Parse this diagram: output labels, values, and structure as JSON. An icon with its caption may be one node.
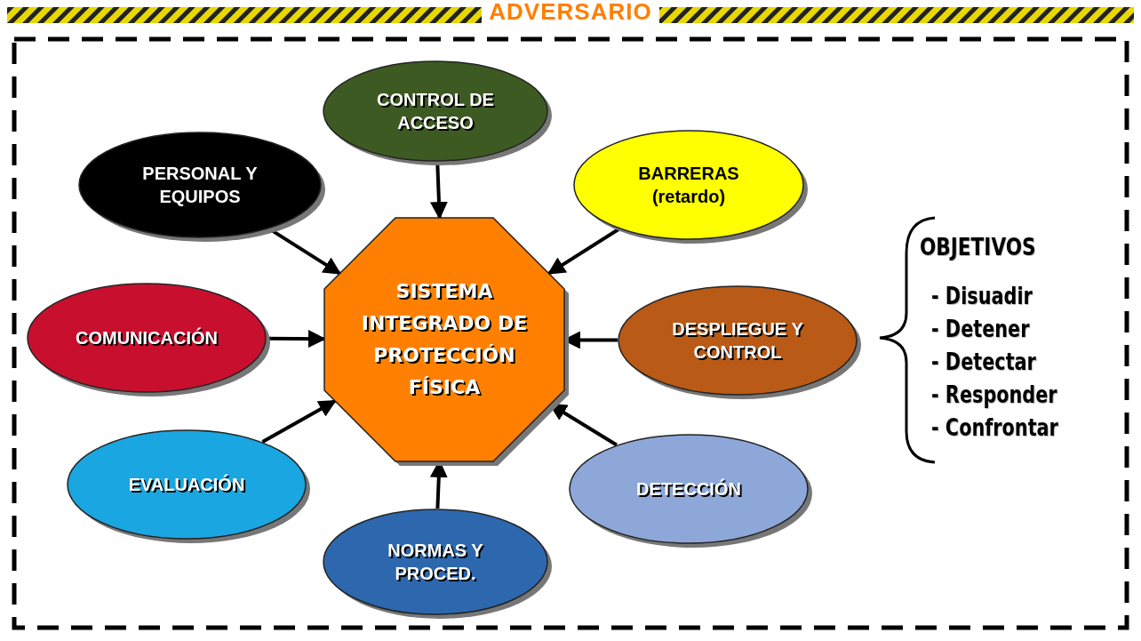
{
  "diagram": {
    "title": "ADVERSARIO",
    "nodes": [
      {
        "text": [
          "SISTEMA INTEGRADO DE PROTECCIÓN FÍSICA"
        ]
      },
      {
        "text": [
          "CONTROL DE ACCESO"
        ]
      },
      {
        "text": [
          "BARRERAS (retardo)"
        ]
      },
      {
        "text": [
          "PERSONAL Y EQUIPOS"
        ]
      },
      {
        "text": [
          "COMUNICACIÓN"
        ]
      },
      {
        "text": [
          "DESPLIEGUE Y CONTROL"
        ]
      },
      {
        "text": [
          "EVALUACIÓN"
        ]
      },
      {
        "text": [
          "DETECCIÓN"
        ]
      },
      {
        "text": [
          "NORMAS Y PROCED."
        ]
      }
    ],
    "edges": [
      {
        "from": 1,
        "to": 0,
        "arrow": "to"
      },
      {
        "from": 2,
        "to": 0,
        "arrow": "to"
      },
      {
        "from": 3,
        "to": 0,
        "arrow": "to"
      },
      {
        "from": 4,
        "to": 0,
        "arrow": "to"
      },
      {
        "from": 5,
        "to": 0,
        "arrow": "to"
      },
      {
        "from": 6,
        "to": 0,
        "arrow": "to"
      },
      {
        "from": 7,
        "to": 0,
        "arrow": "to"
      },
      {
        "from": 8,
        "to": 0,
        "arrow": "to"
      }
    ],
    "labels": [
      "OBJETIVOS",
      "- Disuadir",
      "- Detener",
      "- Detectar",
      "- Responder",
      "- Confrontar"
    ]
  }
}
